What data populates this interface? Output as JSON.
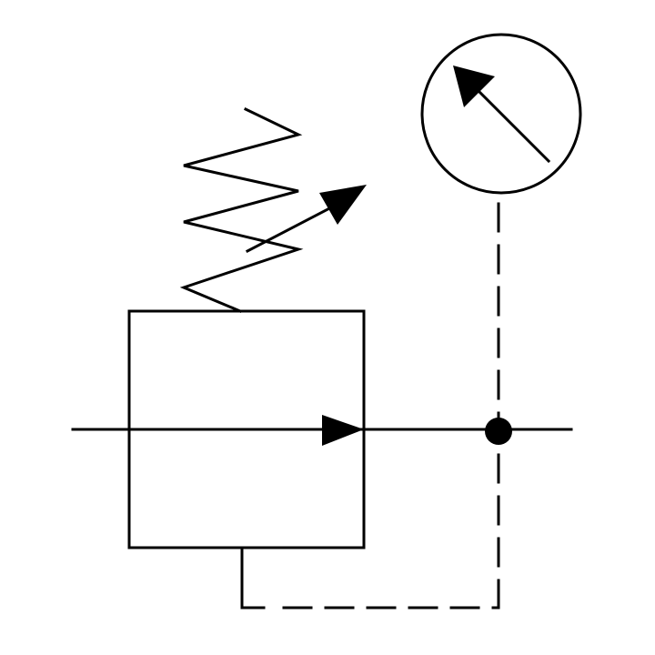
{
  "diagram": {
    "type": "hydraulic-symbol",
    "elements": [
      "pressure-reducing-valve",
      "adjustable-spring",
      "flow-direction-arrow",
      "pilot-line",
      "pressure-gauge",
      "junction-dot"
    ]
  },
  "colors": {
    "stroke": "#000000",
    "background": "#ffffff"
  }
}
